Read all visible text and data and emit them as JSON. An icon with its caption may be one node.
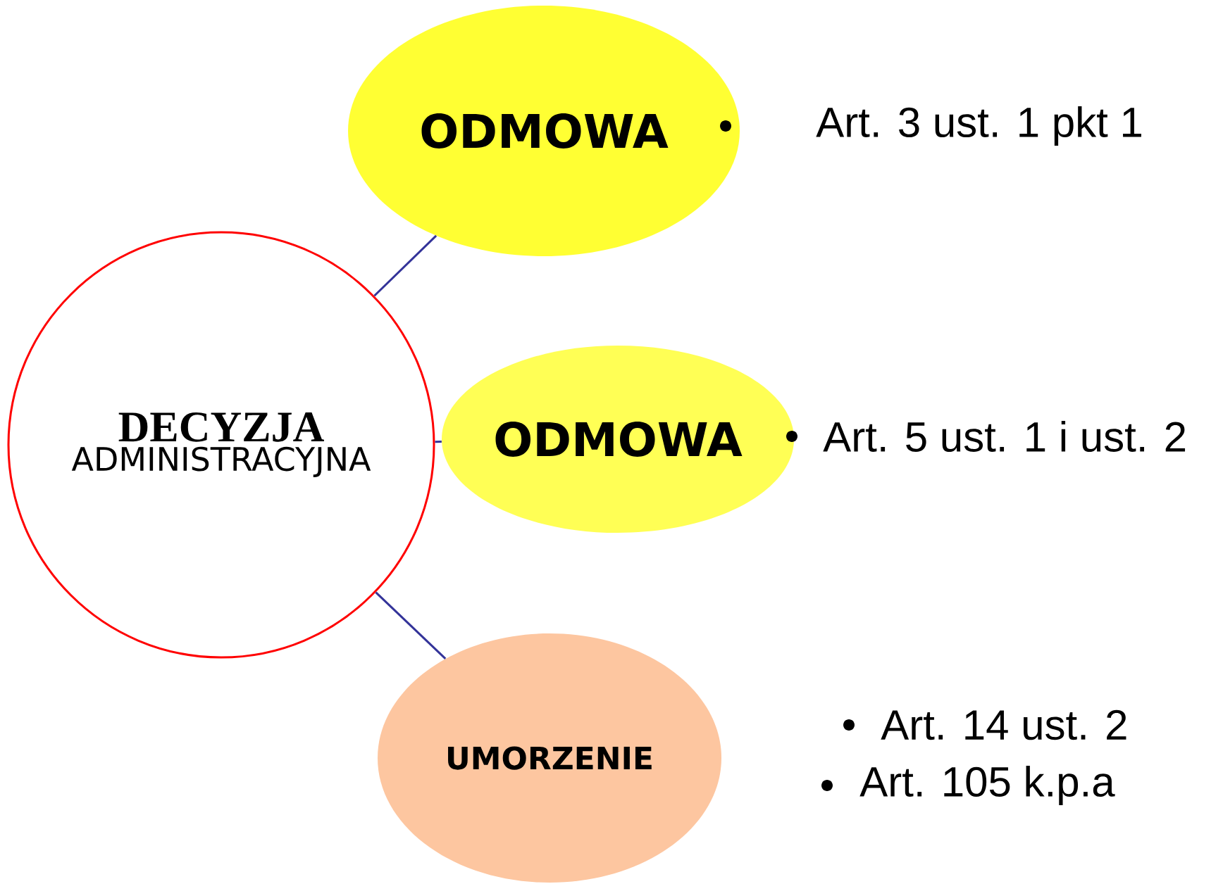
{
  "diagram": {
    "nodes": [
      {
        "text": [
          "DECYZJA",
          "ADMINISTRACYJNA"
        ]
      },
      {
        "text": [
          "ODMOWA"
        ],
        "beside": [
          "Art. 3 ust. 1 pkt 1"
        ]
      },
      {
        "text": [
          "ODMOWA"
        ],
        "beside": [
          "Art. 5 ust. 1 i ust. 2"
        ]
      },
      {
        "text": [
          "UMORZENIE"
        ],
        "beside": [
          "Art. 14 ust. 2",
          "Art. 105 k.p.a"
        ]
      }
    ],
    "edges": [
      {
        "from": 0,
        "to": 1,
        "arrow": "none"
      },
      {
        "from": 0,
        "to": 2,
        "arrow": "none"
      },
      {
        "from": 0,
        "to": 3,
        "arrow": "none"
      }
    ]
  }
}
